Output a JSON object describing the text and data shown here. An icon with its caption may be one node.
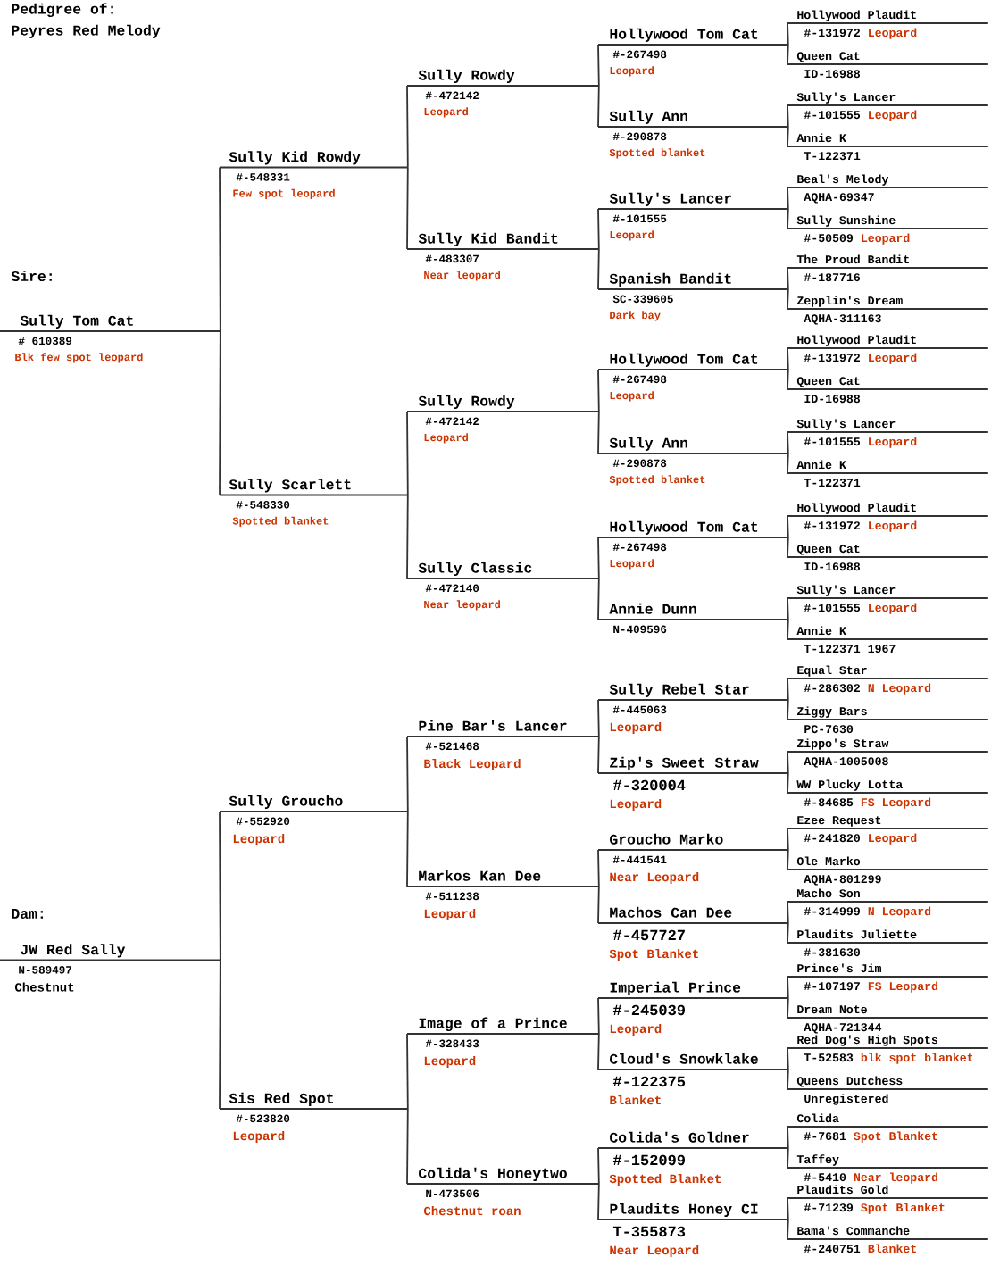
{
  "diagram": {
    "title": "Pedigree of: Peyres Red Melody",
    "nodes": [
      {
        "text": [
          "Sire:",
          "Sully Tom Cat",
          "# 610389",
          "Blk few spot leopard"
        ]
      },
      {
        "text": [
          "Dam:",
          "JW Red Sally",
          "N-589497",
          "Chestnut"
        ]
      },
      {
        "text": [
          "Sully Kid Rowdy",
          "#-548331",
          "Few spot leopard"
        ]
      },
      {
        "text": [
          "Sully Scarlett",
          "#-548330",
          "Spotted blanket"
        ]
      },
      {
        "text": [
          "Sully Groucho",
          "#-552920",
          "Leopard"
        ]
      },
      {
        "text": [
          "Sis Red Spot",
          "#-523820",
          "Leopard"
        ]
      },
      {
        "text": [
          "Sully Rowdy",
          "#-472142",
          "Leopard"
        ]
      },
      {
        "text": [
          "Sully Kid Bandit",
          "#-483307",
          "Near leopard"
        ]
      },
      {
        "text": [
          "Sully Rowdy",
          "#-472142",
          "Leopard"
        ]
      },
      {
        "text": [
          "Sully Classic",
          "#-472140",
          "Near leopard"
        ]
      },
      {
        "text": [
          "Pine Bar's Lancer",
          "#-521468",
          "Black Leopard"
        ]
      },
      {
        "text": [
          "Markos Kan Dee",
          "#-511238",
          "Leopard"
        ]
      },
      {
        "text": [
          "Image of a Prince",
          "#-328433",
          "Leopard"
        ]
      },
      {
        "text": [
          "Colida's Honeytwo",
          "N-473506",
          "Chestnut roan"
        ]
      },
      {
        "text": [
          "Hollywood Tom Cat",
          "#-267498",
          "Leopard"
        ]
      },
      {
        "text": [
          "Sully Ann",
          "#-290878",
          "Spotted blanket"
        ]
      },
      {
        "text": [
          "Sully's Lancer",
          "#-101555",
          "Leopard"
        ]
      },
      {
        "text": [
          "Spanish Bandit",
          "SC-339605",
          "Dark bay"
        ]
      },
      {
        "text": [
          "Hollywood Tom Cat",
          "#-267498",
          "Leopard"
        ]
      },
      {
        "text": [
          "Sully Ann",
          "#-290878",
          "Spotted blanket"
        ]
      },
      {
        "text": [
          "Hollywood Tom Cat",
          "#-267498",
          "Leopard"
        ]
      },
      {
        "text": [
          "Annie Dunn",
          "N-409596"
        ]
      },
      {
        "text": [
          "Sully Rebel Star",
          "#-445063",
          "Leopard"
        ]
      },
      {
        "text": [
          "Zip's Sweet Straw",
          "#-320004",
          "Leopard"
        ]
      },
      {
        "text": [
          "Groucho Marko",
          "#-441541",
          "Near Leopard"
        ]
      },
      {
        "text": [
          "Machos Can Dee",
          "#-457727",
          "Spot Blanket"
        ]
      },
      {
        "text": [
          "Imperial Prince",
          "#-245039",
          "Leopard"
        ]
      },
      {
        "text": [
          "Cloud's Snowklake",
          "#-122375",
          "Blanket"
        ]
      },
      {
        "text": [
          "Colida's Goldner",
          "#-152099",
          "Spotted Blanket"
        ]
      },
      {
        "text": [
          "Plaudits Honey CI",
          "T-355873",
          "Near Leopard"
        ]
      },
      {
        "text": [
          "Hollywood Plaudit",
          "#-131972",
          "Leopard"
        ]
      },
      {
        "text": [
          "Queen Cat",
          "ID-16988"
        ]
      },
      {
        "text": [
          "Sully's Lancer",
          "#-101555",
          "Leopard"
        ]
      },
      {
        "text": [
          "Annie K",
          "T-122371"
        ]
      },
      {
        "text": [
          "Beal's Melody",
          "AQHA-69347"
        ]
      },
      {
        "text": [
          "Sully Sunshine",
          "#-50509",
          "Leopard"
        ]
      },
      {
        "text": [
          "The Proud Bandit",
          "#-187716"
        ]
      },
      {
        "text": [
          "Zepplin's Dream",
          "AQHA-311163"
        ]
      },
      {
        "text": [
          "Hollywood Plaudit",
          "#-131972",
          "Leopard"
        ]
      },
      {
        "text": [
          "Queen Cat",
          "ID-16988"
        ]
      },
      {
        "text": [
          "Sully's Lancer",
          "#-101555",
          "Leopard"
        ]
      },
      {
        "text": [
          "Annie K",
          "T-122371"
        ]
      },
      {
        "text": [
          "Hollywood Plaudit",
          "#-131972",
          "Leopard"
        ]
      },
      {
        "text": [
          "Queen Cat",
          "ID-16988"
        ]
      },
      {
        "text": [
          "Sully's Lancer",
          "#-101555",
          "Leopard"
        ]
      },
      {
        "text": [
          "Annie K",
          "T-122371 1967"
        ]
      },
      {
        "text": [
          "Equal Star",
          "#-286302",
          "N Leopard"
        ]
      },
      {
        "text": [
          "Ziggy Bars",
          "PC-7630"
        ]
      },
      {
        "text": [
          "Zippo's Straw",
          "AQHA-1005008"
        ]
      },
      {
        "text": [
          "WW Plucky Lotta",
          "#-84685",
          "FS Leopard"
        ]
      },
      {
        "text": [
          "Ezee Request",
          "#-241820",
          "Leopard"
        ]
      },
      {
        "text": [
          "Ole Marko",
          "AQHA-801299"
        ]
      },
      {
        "text": [
          "Macho Son",
          "#-314999",
          "N Leopard"
        ]
      },
      {
        "text": [
          "Plaudits Juliette",
          "#-381630"
        ]
      },
      {
        "text": [
          "Prince's Jim",
          "#-107197",
          "FS Leopard"
        ]
      },
      {
        "text": [
          "Dream Note",
          "AQHA-721344"
        ]
      },
      {
        "text": [
          "Red Dog's High Spots",
          "T-52583",
          "blk spot blanket"
        ]
      },
      {
        "text": [
          "Queens Dutchess",
          "Unregistered"
        ]
      },
      {
        "text": [
          "Colida",
          "#-7681",
          "Spot Blanket"
        ]
      },
      {
        "text": [
          "Taffey",
          "#-5410",
          "Near leopard"
        ]
      },
      {
        "text": [
          "Plaudits Gold",
          "#-71239",
          "Spot Blanket"
        ]
      },
      {
        "text": [
          "Bama's Commanche",
          "#-240751",
          "Blanket"
        ]
      }
    ],
    "edges": [
      {
        "from": 0,
        "to": 2,
        "arrow": "none"
      },
      {
        "from": 0,
        "to": 3,
        "arrow": "none"
      },
      {
        "from": 1,
        "to": 4,
        "arrow": "none"
      },
      {
        "from": 1,
        "to": 5,
        "arrow": "none"
      },
      {
        "from": 2,
        "to": 6,
        "arrow": "none"
      },
      {
        "from": 2,
        "to": 7,
        "arrow": "none"
      },
      {
        "from": 3,
        "to": 8,
        "arrow": "none"
      },
      {
        "from": 3,
        "to": 9,
        "arrow": "none"
      },
      {
        "from": 4,
        "to": 10,
        "arrow": "none"
      },
      {
        "from": 4,
        "to": 11,
        "arrow": "none"
      },
      {
        "from": 5,
        "to": 12,
        "arrow": "none"
      },
      {
        "from": 5,
        "to": 13,
        "arrow": "none"
      },
      {
        "from": 6,
        "to": 14,
        "arrow": "none"
      },
      {
        "from": 6,
        "to": 15,
        "arrow": "none"
      },
      {
        "from": 7,
        "to": 16,
        "arrow": "none"
      },
      {
        "from": 7,
        "to": 17,
        "arrow": "none"
      },
      {
        "from": 8,
        "to": 18,
        "arrow": "none"
      },
      {
        "from": 8,
        "to": 19,
        "arrow": "none"
      },
      {
        "from": 9,
        "to": 20,
        "arrow": "none"
      },
      {
        "from": 9,
        "to": 21,
        "arrow": "none"
      },
      {
        "from": 10,
        "to": 22,
        "arrow": "none"
      },
      {
        "from": 10,
        "to": 23,
        "arrow": "none"
      },
      {
        "from": 11,
        "to": 24,
        "arrow": "none"
      },
      {
        "from": 11,
        "to": 25,
        "arrow": "none"
      },
      {
        "from": 12,
        "to": 26,
        "arrow": "none"
      },
      {
        "from": 12,
        "to": 27,
        "arrow": "none"
      },
      {
        "from": 13,
        "to": 28,
        "arrow": "none"
      },
      {
        "from": 13,
        "to": 29,
        "arrow": "none"
      },
      {
        "from": 14,
        "to": 30,
        "arrow": "none"
      },
      {
        "from": 14,
        "to": 31,
        "arrow": "none"
      },
      {
        "from": 15,
        "to": 32,
        "arrow": "none"
      },
      {
        "from": 15,
        "to": 33,
        "arrow": "none"
      },
      {
        "from": 16,
        "to": 34,
        "arrow": "none"
      },
      {
        "from": 16,
        "to": 35,
        "arrow": "none"
      },
      {
        "from": 17,
        "to": 36,
        "arrow": "none"
      },
      {
        "from": 17,
        "to": 37,
        "arrow": "none"
      },
      {
        "from": 18,
        "to": 38,
        "arrow": "none"
      },
      {
        "from": 18,
        "to": 39,
        "arrow": "none"
      },
      {
        "from": 19,
        "to": 40,
        "arrow": "none"
      },
      {
        "from": 19,
        "to": 41,
        "arrow": "none"
      },
      {
        "from": 20,
        "to": 42,
        "arrow": "none"
      },
      {
        "from": 20,
        "to": 43,
        "arrow": "none"
      },
      {
        "from": 21,
        "to": 44,
        "arrow": "none"
      },
      {
        "from": 21,
        "to": 45,
        "arrow": "none"
      },
      {
        "from": 22,
        "to": 46,
        "arrow": "none"
      },
      {
        "from": 22,
        "to": 47,
        "arrow": "none"
      },
      {
        "from": 23,
        "to": 48,
        "arrow": "none"
      },
      {
        "from": 23,
        "to": 49,
        "arrow": "none"
      },
      {
        "from": 24,
        "to": 50,
        "arrow": "none"
      },
      {
        "from": 24,
        "to": 51,
        "arrow": "none"
      },
      {
        "from": 25,
        "to": 52,
        "arrow": "none"
      },
      {
        "from": 25,
        "to": 53,
        "arrow": "none"
      },
      {
        "from": 26,
        "to": 54,
        "arrow": "none"
      },
      {
        "from": 26,
        "to": 55,
        "arrow": "none"
      },
      {
        "from": 27,
        "to": 56,
        "arrow": "none"
      },
      {
        "from": 27,
        "to": 57,
        "arrow": "none"
      },
      {
        "from": 28,
        "to": 58,
        "arrow": "none"
      },
      {
        "from": 28,
        "to": 59,
        "arrow": "none"
      },
      {
        "from": 29,
        "to": 60,
        "arrow": "none"
      },
      {
        "from": 29,
        "to": 61,
        "arrow": "none"
      }
    ]
  }
}
